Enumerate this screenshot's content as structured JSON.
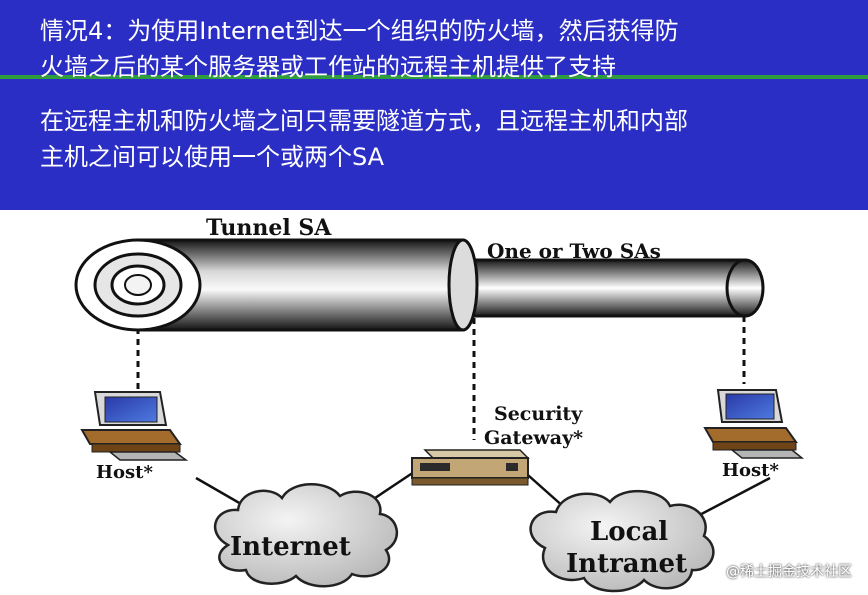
{
  "banner": {
    "line1": "情况4：为使用Internet到达一个组织的防火墙，然后获得防",
    "line2": "火墙之后的某个服务器或工作站的远程主机提供了支持",
    "line3": "在远程主机和防火墙之间只需要隧道方式，且远程主机和内部",
    "line4": "主机之间可以使用一个或两个SA",
    "bg_color": "#2b2ec4",
    "divider_color": "#2f9c3d"
  },
  "diagram": {
    "tunnel_label": "Tunnel SA",
    "inner_tunnel_label": "One or Two SAs",
    "gateway_label_1": "Security",
    "gateway_label_2": "Gateway*",
    "host_left_label": "Host*",
    "host_right_label": "Host*",
    "cloud_internet_label": "Internet",
    "cloud_intranet_label_1": "Local",
    "cloud_intranet_label_2": "Intranet"
  },
  "watermark": "@稀土掘金技术社区"
}
